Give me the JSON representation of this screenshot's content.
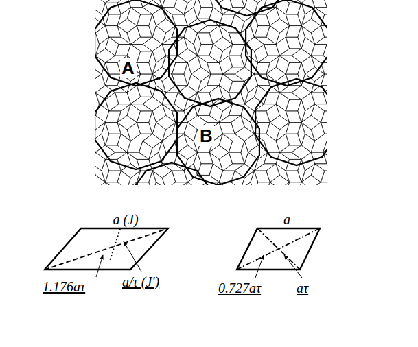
{
  "diagram": {
    "labels": [
      "A",
      "B",
      "a (J)",
      "1.176aτ",
      "a/τ (J')",
      "a",
      "0.727aτ",
      "aτ"
    ]
  }
}
